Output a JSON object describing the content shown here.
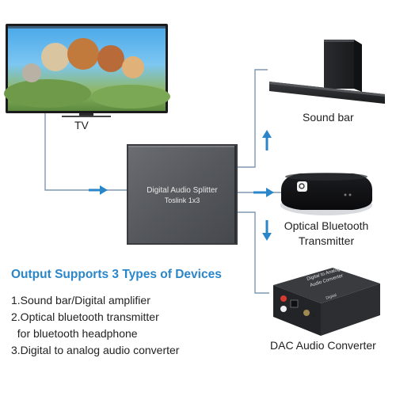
{
  "devices": {
    "tv": "TV",
    "soundbar": "Sound bar",
    "bt_line1": "Optical Bluetooth",
    "bt_line2": "Transmitter",
    "dac": "DAC Audio Converter"
  },
  "splitter": {
    "title": "Digital Audio Splitter",
    "subtitle": "Toslink 1x3"
  },
  "dac_device": {
    "top_line1": "Digital to Analog",
    "top_line2": "Audio Converter",
    "port_label": "Digital"
  },
  "features": {
    "headline": "Output Supports 3 Types of Devices",
    "items": [
      "1.Sound bar/Digital amplifier",
      "2.Optical bluetooth transmitter",
      "  for bluetooth headphone",
      "3.Digital to analog audio converter"
    ]
  },
  "colors": {
    "accent": "#2a86c9",
    "line": "#7f97b2",
    "device_dark": "#2e3033"
  }
}
